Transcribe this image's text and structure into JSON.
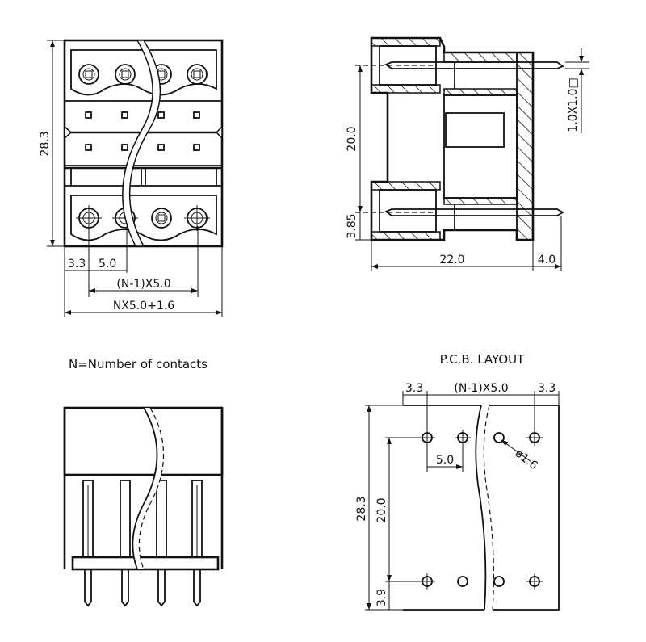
{
  "front_view": {
    "height_dim": "28.3",
    "offset_dim": "3.3",
    "pitch_dim": "5.0",
    "span_dim": "(N-1)X5.0",
    "total_width_dim": "NX5.0+1.6",
    "contacts": 4
  },
  "side_view": {
    "pin_spacing_dim": "20.0",
    "pin_offset_dim": "3.85",
    "body_depth_dim": "22.0",
    "pin_protrusion_dim": "4.0",
    "pin_section_dim": "1.0X1.0□"
  },
  "legend": {
    "note": "N=Number of contacts"
  },
  "pcb_layout": {
    "title": "P.C.B. LAYOUT",
    "left_offset_dim": "3.3",
    "span_dim": "(N-1)X5.0",
    "right_offset_dim": "3.3",
    "height_dim": "28.3",
    "row_spacing_dim": "20.0",
    "bottom_offset_dim": "3.9",
    "pitch_dim": "5.0",
    "hole_dia_dim": "ø1.6"
  }
}
